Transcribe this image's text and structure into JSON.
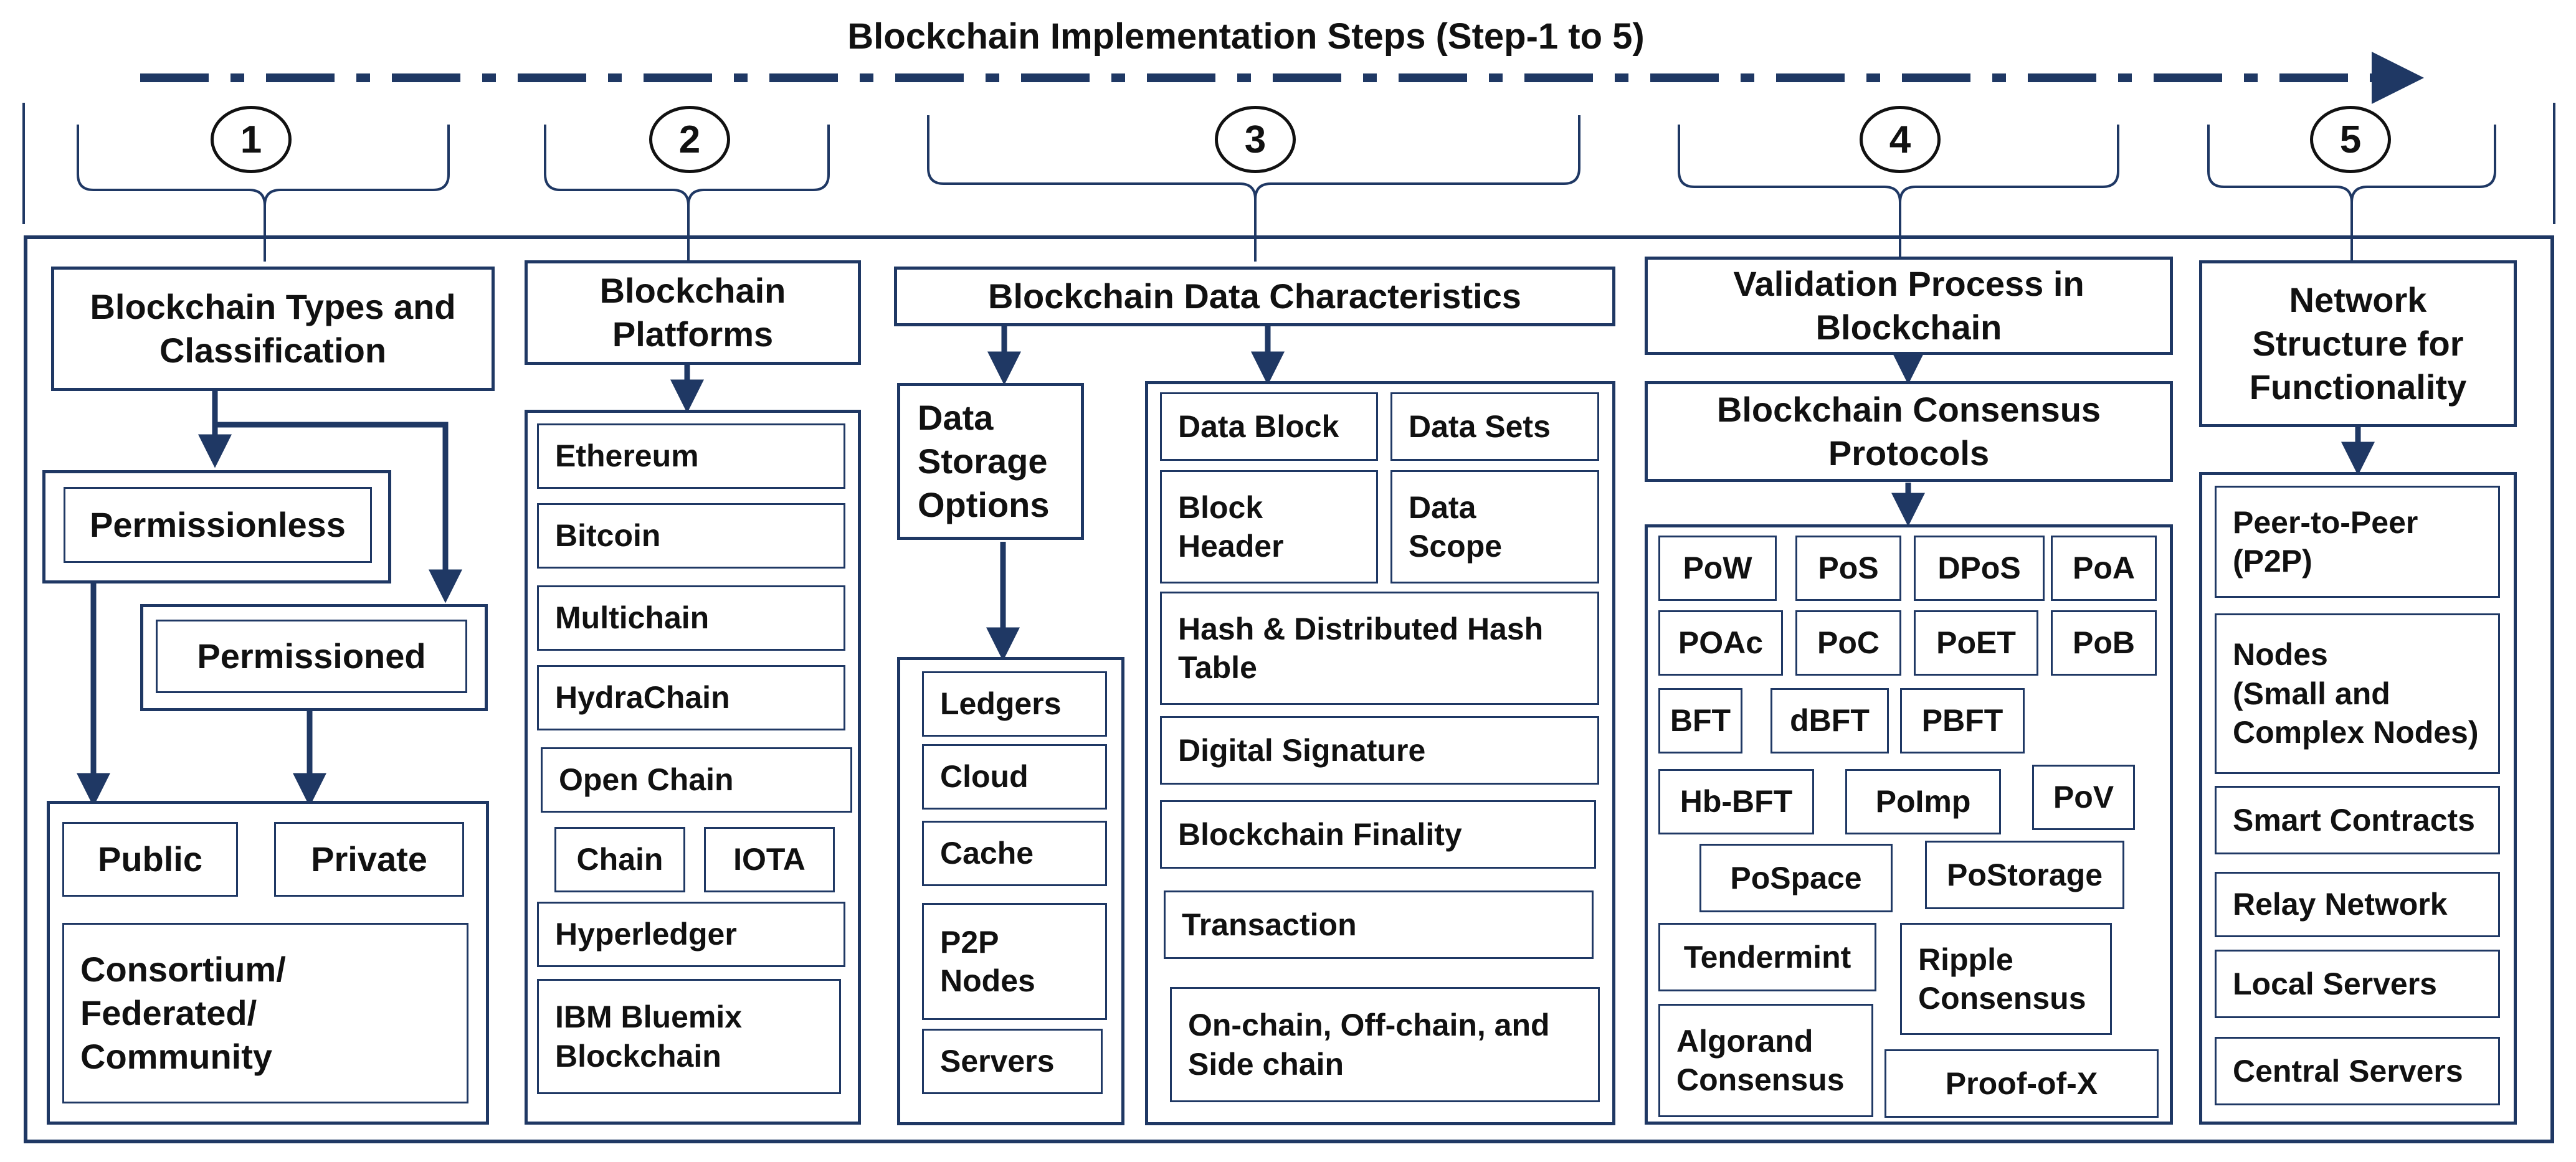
{
  "title": "Blockchain Implementation Steps (Step-1 to 5)",
  "colors": {
    "line": "#1f3864",
    "text": "#111111"
  },
  "steps": [
    "1",
    "2",
    "3",
    "4",
    "5"
  ],
  "col1": {
    "header": "Blockchain Types and\nClassification",
    "permissionless": "Permissionless",
    "permissioned": "Permissioned",
    "public": "Public",
    "private": "Private",
    "consortium": "Consortium/\nFederated/\nCommunity"
  },
  "col2": {
    "header": "Blockchain\nPlatforms",
    "items": [
      "Ethereum",
      "Bitcoin",
      "Multichain",
      "HydraChain",
      "Open Chain",
      "Chain",
      "IOTA",
      "Hyperledger",
      "IBM Bluemix\nBlockchain"
    ]
  },
  "col3": {
    "header": "Blockchain Data Characteristics",
    "storage_header": "Data\nStorage\nOptions",
    "storage_items": [
      "Ledgers",
      "Cloud",
      "Cache",
      "P2P\nNodes",
      "Servers"
    ],
    "data_items": [
      "Data Block",
      "Data Sets",
      "Block\nHeader",
      "Data\nScope",
      "Hash & Distributed Hash\nTable",
      "Digital Signature",
      "Blockchain Finality",
      "Transaction",
      "On-chain, Off-chain, and\nSide chain"
    ]
  },
  "col4": {
    "header": "Validation Process in\nBlockchain",
    "sub_header": "Blockchain Consensus\nProtocols",
    "protocols": [
      "PoW",
      "PoS",
      "DPoS",
      "PoA",
      "POAc",
      "PoC",
      "PoET",
      "PoB",
      "BFT",
      "dBFT",
      "PBFT",
      "Hb-BFT",
      "PoImp",
      "PoV",
      "PoSpace",
      "PoStorage",
      "Tendermint",
      "Ripple\nConsensus",
      "Algorand\nConsensus",
      "Proof-of-X"
    ]
  },
  "col5": {
    "header": "Network\nStructure for\nFunctionality",
    "items": [
      "Peer-to-Peer\n(P2P)",
      "Nodes\n(Small and\nComplex Nodes)",
      "Smart Contracts",
      "Relay Network",
      "Local Servers",
      "Central Servers"
    ]
  }
}
